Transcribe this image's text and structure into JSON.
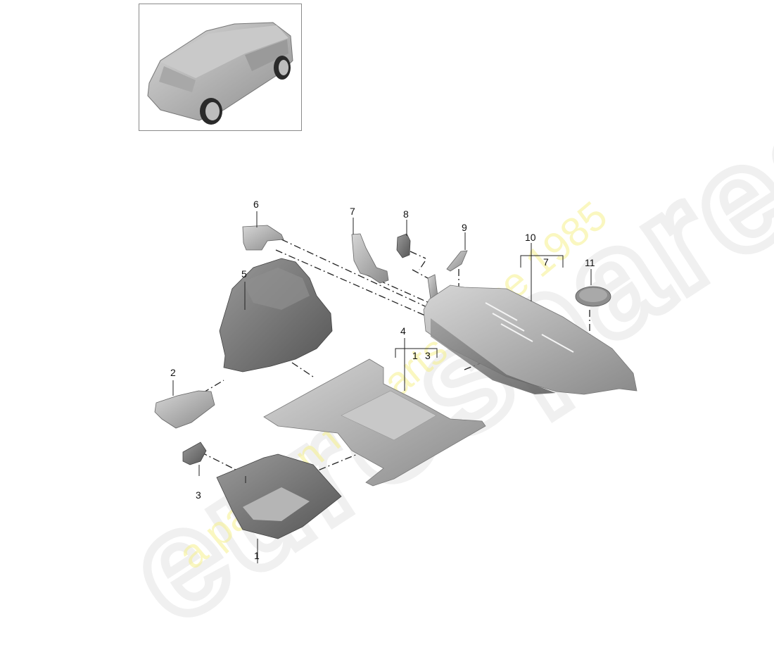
{
  "watermark": {
    "logo": "eurospares",
    "tagline": "a passion for parts since 1985",
    "logo_color": "#eeeeee",
    "tagline_color": "#f5f08c"
  },
  "thumbnail": {
    "description": "vehicle overview, rear three-quarter view of SUV coupe"
  },
  "callouts": [
    {
      "id": "1",
      "label": "1"
    },
    {
      "id": "2",
      "label": "2"
    },
    {
      "id": "3",
      "label": "3"
    },
    {
      "id": "4",
      "label": "4"
    },
    {
      "id": "5",
      "label": "5"
    },
    {
      "id": "6",
      "label": "6"
    },
    {
      "id": "7",
      "label": "7"
    },
    {
      "id": "8",
      "label": "8"
    },
    {
      "id": "9",
      "label": "9"
    },
    {
      "id": "10",
      "label": "10"
    },
    {
      "id": "11",
      "label": "11"
    }
  ],
  "sub_callouts": {
    "group4": {
      "a": "1",
      "b": "3"
    },
    "group10": {
      "a": "7"
    }
  },
  "colors": {
    "part_fill": "#b9b9b9",
    "part_dark": "#6e6e6e",
    "part_light": "#dcdcdc",
    "line": "#222222",
    "frame": "#8a8a8a"
  }
}
